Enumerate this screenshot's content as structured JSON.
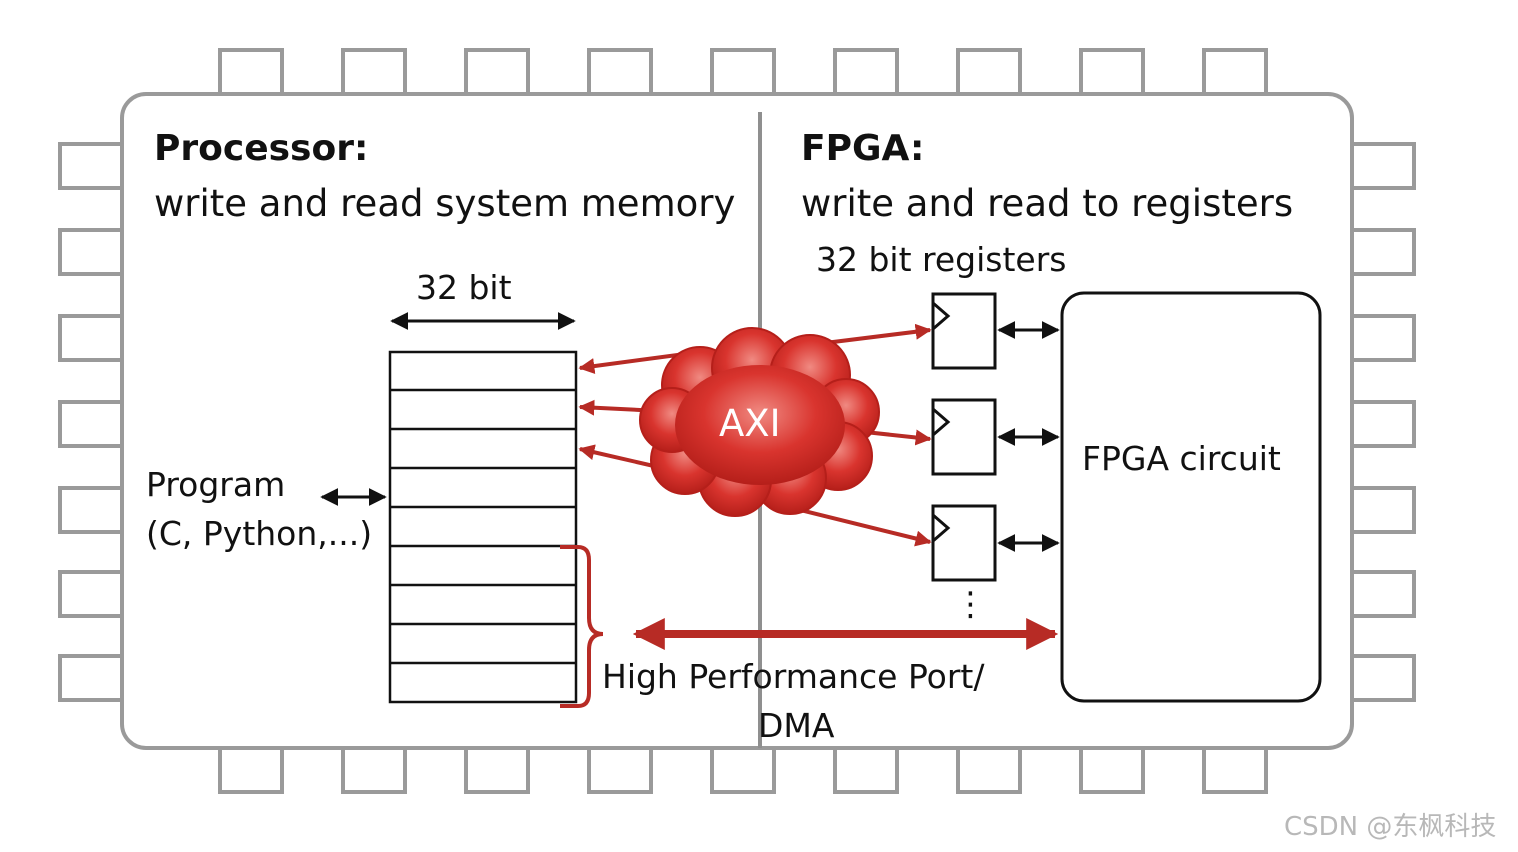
{
  "processor": {
    "title": "Processor:",
    "subtitle": "write and read system memory",
    "width_label": "32 bit",
    "program_line1": "Program",
    "program_line2": "(C, Python,...)"
  },
  "fpga": {
    "title": "FPGA:",
    "subtitle": "write and read to registers",
    "registers_label": "32 bit registers",
    "circuit_label": "FPGA circuit",
    "ellipsis": "⋮"
  },
  "axi": {
    "label": "AXI"
  },
  "hp_port": {
    "line1": "High Performance Port/",
    "line2": "DMA"
  },
  "watermark": "CSDN @东枫科技",
  "colors": {
    "accent": "#b72b25",
    "cloud": "#d9342e",
    "chip": "#9a9a9a",
    "ink": "#111111"
  }
}
